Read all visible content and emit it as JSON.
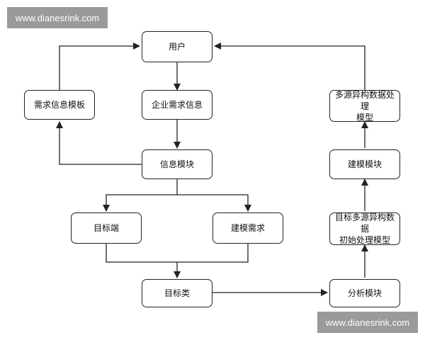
{
  "watermark": "www.dianesrink.com",
  "nodes": {
    "user": "用户",
    "req_template": "需求信息模板",
    "enterprise_req": "企业需求信息",
    "info_module": "信息模块",
    "target_end": "目标端",
    "modeling_req": "建模需求",
    "target_class": "目标类",
    "analysis_module": "分析模块",
    "initial_model_line1": "目标多源异构数据",
    "initial_model_line2": "初始处理模型",
    "modeling_module": "建模模块",
    "multi_model_line1": "多源异构数据处理",
    "multi_model_line2": "模型"
  },
  "colors": {
    "stroke": "#222222",
    "watermark_bg": "#9a9a9a",
    "watermark_text": "#ffffff"
  }
}
